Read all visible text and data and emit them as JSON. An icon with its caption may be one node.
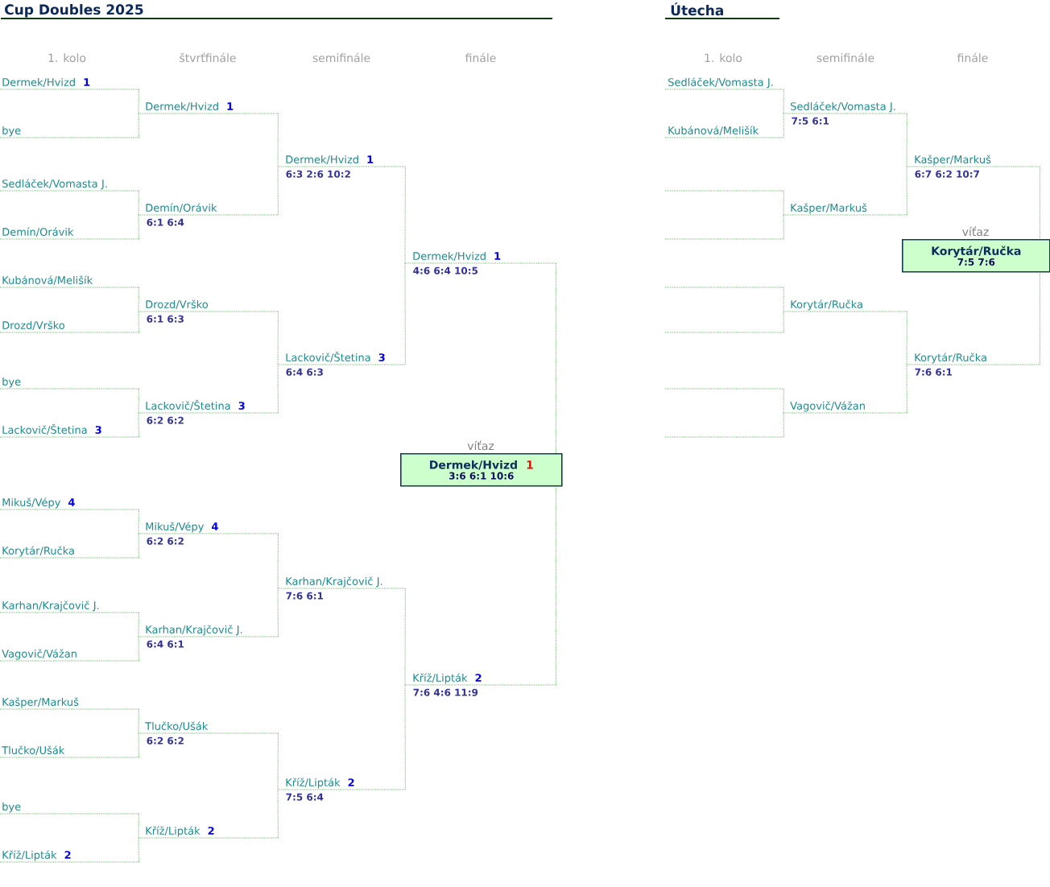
{
  "diagram": {
    "title": "Cup Doubles 2025",
    "nodes": [
      {
        "text": [
          "Dermek/Hvizd",
          "1"
        ]
      },
      {
        "text": [
          "bye"
        ]
      },
      {
        "text": [
          "Sedláček/Vomasta J."
        ]
      },
      {
        "text": [
          "Demín/Orávik"
        ]
      },
      {
        "text": [
          "Kubánová/Melišík"
        ]
      },
      {
        "text": [
          "Drozd/Vrško"
        ]
      },
      {
        "text": [
          "bye"
        ]
      },
      {
        "text": [
          "Lackovič/Štetina",
          "3"
        ]
      },
      {
        "text": [
          "Mikuš/Vépy",
          "4"
        ]
      },
      {
        "text": [
          "Korytár/Ručka"
        ]
      },
      {
        "text": [
          "Karhan/Krajčovič J."
        ]
      },
      {
        "text": [
          "Vagovič/Vážan"
        ]
      },
      {
        "text": [
          "Kašper/Markuš"
        ]
      },
      {
        "text": [
          "Tlučko/Ušák"
        ]
      },
      {
        "text": [
          "bye"
        ]
      },
      {
        "text": [
          "Kříž/Lipták",
          "2"
        ]
      },
      {
        "text": [
          "Dermek/Hvizd",
          "1"
        ]
      },
      {
        "text": [
          "Demín/Orávik"
        ],
        "beside": [
          "6:1 6:4"
        ]
      },
      {
        "text": [
          "Drozd/Vrško"
        ],
        "beside": [
          "6:1 6:3"
        ]
      },
      {
        "text": [
          "Lackovič/Štetina",
          "3"
        ],
        "beside": [
          "6:2 6:2"
        ]
      },
      {
        "text": [
          "Mikuš/Vépy",
          "4"
        ],
        "beside": [
          "6:2 6:2"
        ]
      },
      {
        "text": [
          "Karhan/Krajčovič J."
        ],
        "beside": [
          "6:4 6:1"
        ]
      },
      {
        "text": [
          "Tlučko/Ušák"
        ],
        "beside": [
          "6:2 6:2"
        ]
      },
      {
        "text": [
          "Kříž/Lipták",
          "2"
        ]
      },
      {
        "text": [
          "Dermek/Hvizd",
          "1"
        ],
        "beside": [
          "6:3 2:6 10:2"
        ]
      },
      {
        "text": [
          "Lackovič/Štetina",
          "3"
        ],
        "beside": [
          "6:4 6:3"
        ]
      },
      {
        "text": [
          "Karhan/Krajčovič J."
        ],
        "beside": [
          "7:6 6:1"
        ]
      },
      {
        "text": [
          "Kříž/Lipták",
          "2"
        ],
        "beside": [
          "7:5 6:4"
        ]
      },
      {
        "text": [
          "Dermek/Hvizd",
          "1"
        ],
        "beside": [
          "4:6 6:4 10:5"
        ]
      },
      {
        "text": [
          "Kříž/Lipták",
          "2"
        ],
        "beside": [
          "7:6 4:6 11:9"
        ]
      },
      {
        "text": [
          "víťaz",
          "Dermek/Hvizd",
          "1",
          "3:6 6:1 10:6"
        ]
      },
      {
        "text": [
          "Sedláček/Vomasta J."
        ]
      },
      {
        "text": [
          "Kubánová/Melišík"
        ]
      },
      {
        "text": [],
        "shape": "line"
      },
      {
        "text": [],
        "shape": "line"
      },
      {
        "text": [],
        "shape": "line"
      },
      {
        "text": [],
        "shape": "line"
      },
      {
        "text": [],
        "shape": "line"
      },
      {
        "text": [],
        "shape": "line"
      },
      {
        "text": [
          "Sedláček/Vomasta J."
        ],
        "beside": [
          "7:5 6:1"
        ]
      },
      {
        "text": [
          "Kašper/Markuš"
        ]
      },
      {
        "text": [
          "Korytár/Ručka"
        ]
      },
      {
        "text": [
          "Vagovič/Vážan"
        ]
      },
      {
        "text": [
          "Kašper/Markuš"
        ],
        "beside": [
          "6:7 6:2 10:7"
        ]
      },
      {
        "text": [
          "Korytár/Ručka"
        ],
        "beside": [
          "7:6 6:1"
        ]
      },
      {
        "text": [
          "víťaz",
          "Korytár/Ručka",
          "7:5 7:6"
        ]
      }
    ],
    "edges": [
      {
        "from": 0,
        "to": 16,
        "arrow": "none"
      },
      {
        "from": 1,
        "to": 16,
        "arrow": "none"
      },
      {
        "from": 2,
        "to": 17,
        "arrow": "none"
      },
      {
        "from": 3,
        "to": 17,
        "arrow": "none"
      },
      {
        "from": 4,
        "to": 18,
        "arrow": "none"
      },
      {
        "from": 5,
        "to": 18,
        "arrow": "none"
      },
      {
        "from": 6,
        "to": 19,
        "arrow": "none"
      },
      {
        "from": 7,
        "to": 19,
        "arrow": "none"
      },
      {
        "from": 8,
        "to": 20,
        "arrow": "none"
      },
      {
        "from": 9,
        "to": 20,
        "arrow": "none"
      },
      {
        "from": 10,
        "to": 21,
        "arrow": "none"
      },
      {
        "from": 11,
        "to": 21,
        "arrow": "none"
      },
      {
        "from": 12,
        "to": 22,
        "arrow": "none"
      },
      {
        "from": 13,
        "to": 22,
        "arrow": "none"
      },
      {
        "from": 14,
        "to": 23,
        "arrow": "none"
      },
      {
        "from": 15,
        "to": 23,
        "arrow": "none"
      },
      {
        "from": 16,
        "to": 24,
        "arrow": "none"
      },
      {
        "from": 17,
        "to": 24,
        "arrow": "none"
      },
      {
        "from": 18,
        "to": 25,
        "arrow": "none"
      },
      {
        "from": 19,
        "to": 25,
        "arrow": "none"
      },
      {
        "from": 20,
        "to": 26,
        "arrow": "none"
      },
      {
        "from": 21,
        "to": 26,
        "arrow": "none"
      },
      {
        "from": 22,
        "to": 27,
        "arrow": "none"
      },
      {
        "from": 23,
        "to": 27,
        "arrow": "none"
      },
      {
        "from": 24,
        "to": 28,
        "arrow": "none"
      },
      {
        "from": 25,
        "to": 28,
        "arrow": "none"
      },
      {
        "from": 26,
        "to": 29,
        "arrow": "none"
      },
      {
        "from": 27,
        "to": 29,
        "arrow": "none"
      },
      {
        "from": 28,
        "to": 30,
        "arrow": "none"
      },
      {
        "from": 29,
        "to": 30,
        "arrow": "none"
      },
      {
        "from": 31,
        "to": 39,
        "arrow": "none"
      },
      {
        "from": 32,
        "to": 39,
        "arrow": "none"
      },
      {
        "from": 33,
        "to": 40,
        "arrow": "none"
      },
      {
        "from": 34,
        "to": 40,
        "arrow": "none"
      },
      {
        "from": 35,
        "to": 41,
        "arrow": "none"
      },
      {
        "from": 36,
        "to": 41,
        "arrow": "none"
      },
      {
        "from": 37,
        "to": 42,
        "arrow": "none"
      },
      {
        "from": 38,
        "to": 42,
        "arrow": "none"
      },
      {
        "from": 39,
        "to": 43,
        "arrow": "none"
      },
      {
        "from": 40,
        "to": 43,
        "arrow": "none"
      },
      {
        "from": 41,
        "to": 44,
        "arrow": "none"
      },
      {
        "from": 42,
        "to": 44,
        "arrow": "none"
      },
      {
        "from": 43,
        "to": 45,
        "arrow": "none"
      },
      {
        "from": 44,
        "to": 45,
        "arrow": "none"
      }
    ],
    "labels": [
      "Útecha",
      "1. kolo",
      "štvrťfinále",
      "semifinále",
      "finále",
      "1. kolo",
      "semifinále",
      "finále"
    ]
  }
}
